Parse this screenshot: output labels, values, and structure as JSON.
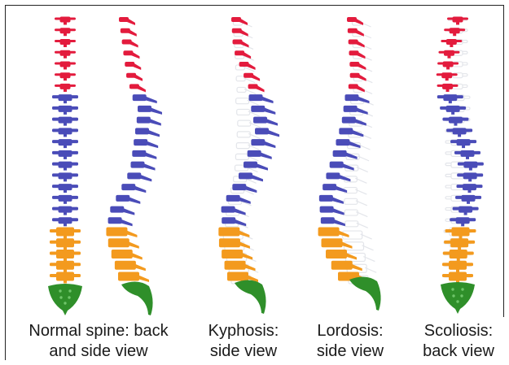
{
  "colors": {
    "cervical": "#e31b3d",
    "thoracic": "#4a4cb8",
    "lumbar": "#f39a1e",
    "sacrum": "#2f8f2a",
    "ghost": "#e3e5ea",
    "frame": "#222222"
  },
  "panels": [
    {
      "caption_line1": "Normal spine: back",
      "caption_line2": "and side view"
    },
    {
      "caption_line1": "Kyphosis:",
      "caption_line2": "side view"
    },
    {
      "caption_line1": "Lordosis:",
      "caption_line2": "side view"
    },
    {
      "caption_line1": "Scoliosis:",
      "caption_line2": "back view"
    }
  ]
}
